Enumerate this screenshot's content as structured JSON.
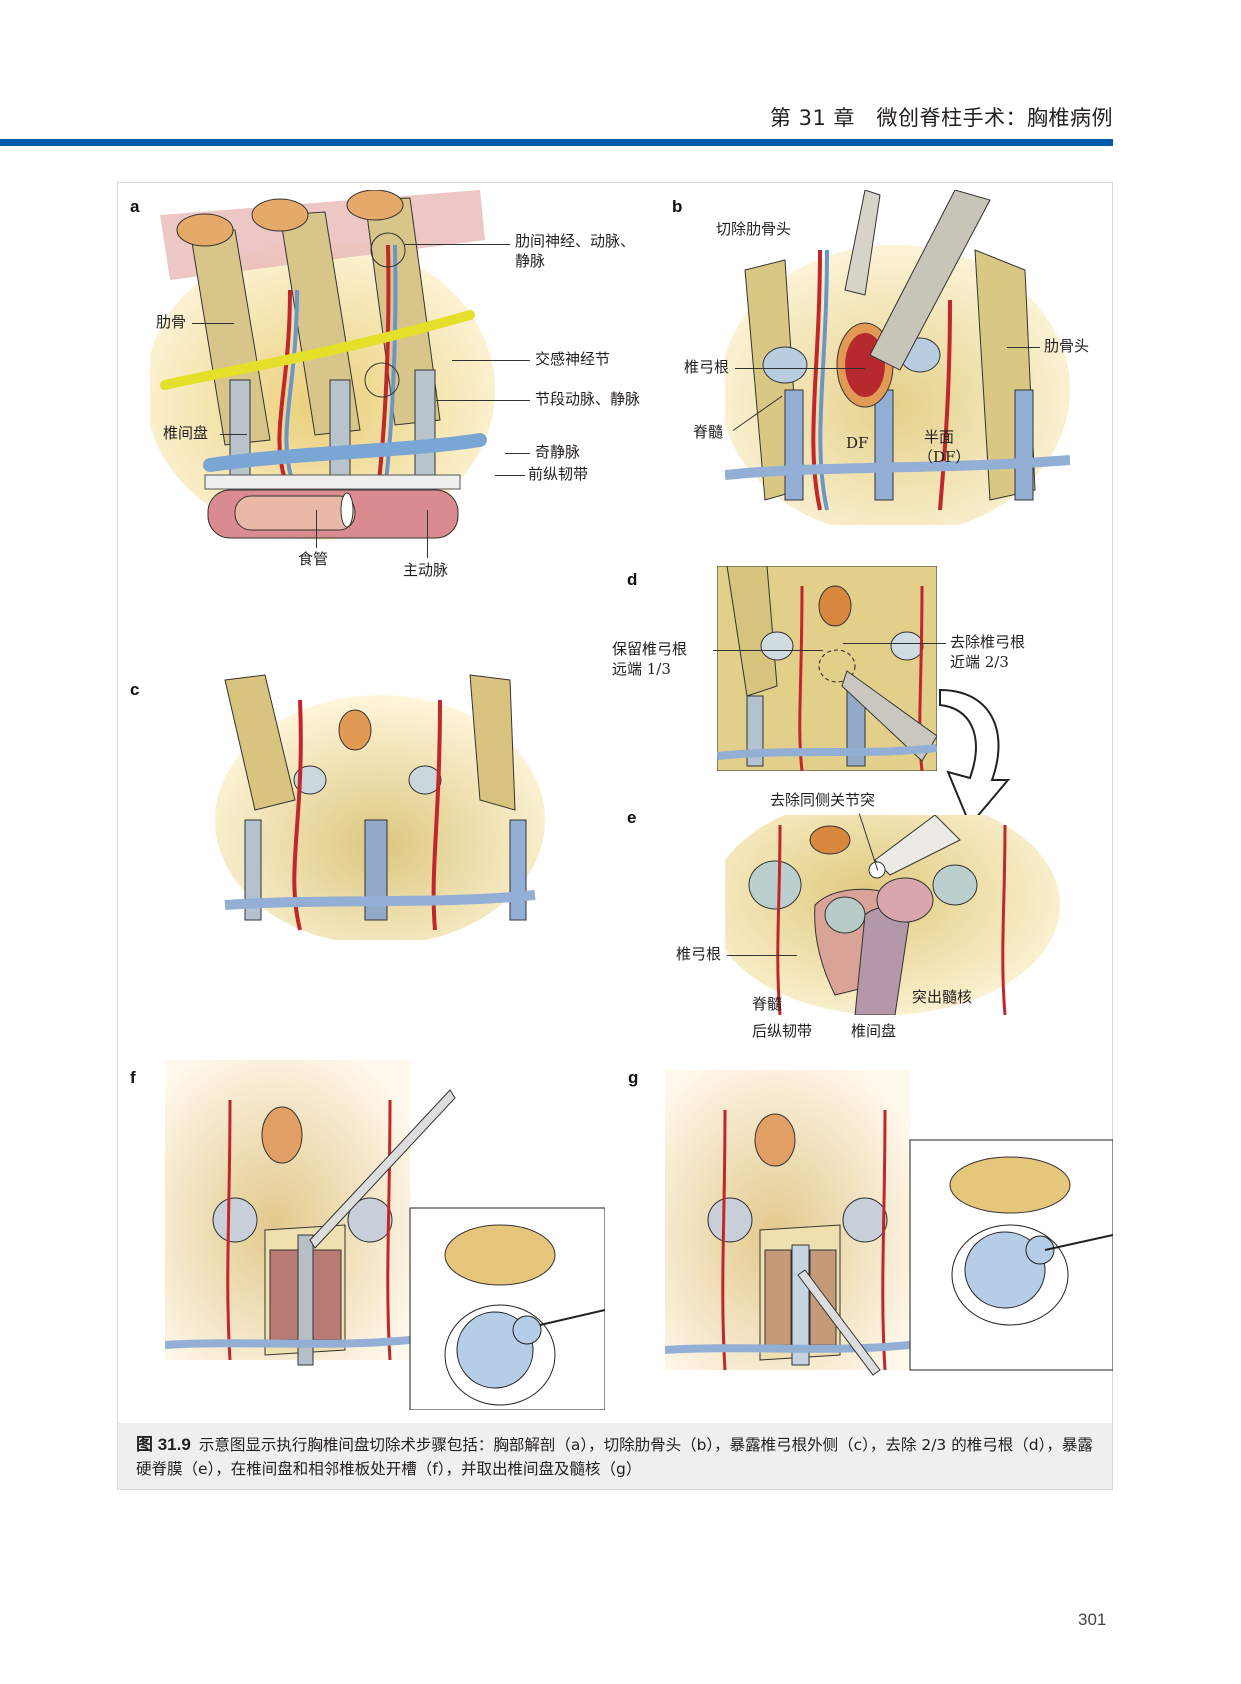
{
  "header": {
    "running_title": "第 31 章　微创脊柱手术：胸椎病例",
    "accent_color": "#005bab"
  },
  "figure": {
    "panels": {
      "a": {
        "letter": "a",
        "labels": {
          "intercostal": "肋间神经、动脉、",
          "intercostal_2": "静脉",
          "rib": "肋骨",
          "sympathetic": "交感神经节",
          "segmental": "节段动脉、静脉",
          "disc": "椎间盘",
          "azygos": "奇静脉",
          "all": "前纵韧带",
          "esophagus": "食管",
          "aorta": "主动脉"
        }
      },
      "b": {
        "letter": "b",
        "labels": {
          "title": "切除肋骨头",
          "rib_head": "肋骨头",
          "pedicle": "椎弓根",
          "cord": "脊髓",
          "df": "DF",
          "hemifacet": "半面",
          "hemifacet_df": "（DF）"
        }
      },
      "c": {
        "letter": "c"
      },
      "d": {
        "letter": "d",
        "labels": {
          "keep": "保留椎弓根",
          "keep_2": "远端 1/3",
          "remove": "去除椎弓根",
          "remove_2": "近端 2/3"
        }
      },
      "e": {
        "letter": "e",
        "labels": {
          "facet": "去除同侧关节突",
          "pedicle": "椎弓根",
          "cord": "脊髓",
          "herniation": "突出髓核",
          "pll": "后纵韧带",
          "disc": "椎间盘"
        }
      },
      "f": {
        "letter": "f"
      },
      "g": {
        "letter": "g"
      }
    },
    "caption": {
      "number": "图 31.9",
      "text": "示意图显示执行胸椎间盘切除术步骤包括：胸部解剖（a），切除肋骨头（b），暴露椎弓根外侧（c），去除 2/3 的椎弓根（d），暴露硬脊膜（e），在椎间盘和相邻椎板处开槽（f），并取出椎间盘及髓核（g）"
    }
  },
  "footer": {
    "page_number": "301"
  }
}
